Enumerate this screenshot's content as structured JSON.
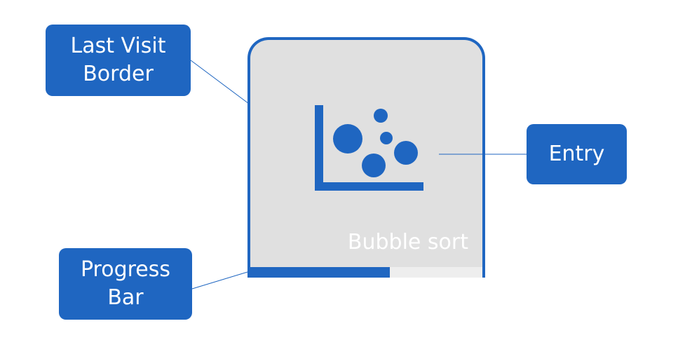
{
  "callouts": {
    "last_visit_border": "Last Visit\nBorder",
    "entry": "Entry",
    "progress_bar": "Progress\nBar"
  },
  "entry_card": {
    "title": "Bubble sort",
    "icon": "bubble-chart-icon",
    "progress": 0.6,
    "accent_color": "#1f66c1",
    "card_color": "#e0e0e0",
    "track_color": "#eeeeee"
  }
}
